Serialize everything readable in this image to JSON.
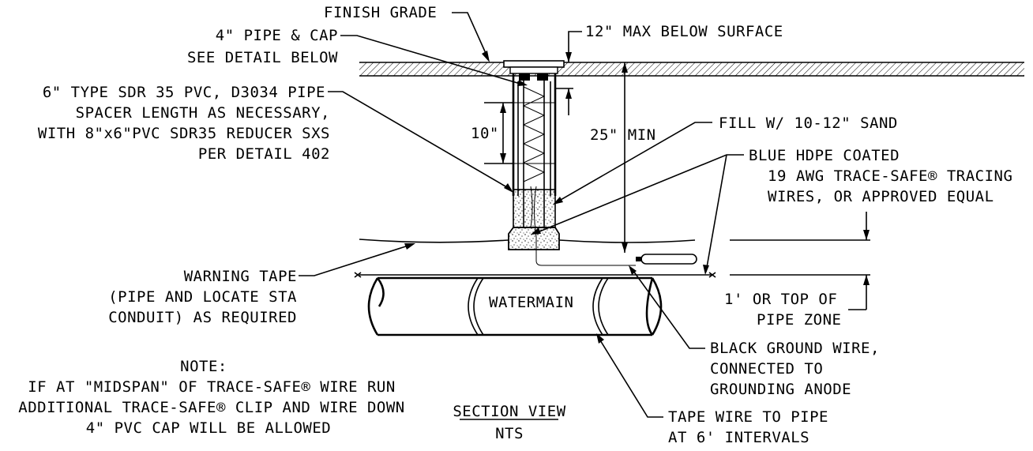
{
  "labels": {
    "finish_grade": "FINISH GRADE",
    "max_below_surface": "12\" MAX BELOW SURFACE",
    "pipe_cap_1": "4\" PIPE & CAP",
    "pipe_cap_2": "SEE DETAIL BELOW",
    "pvc_1": "6\" TYPE SDR 35 PVC, D3034 PIPE",
    "pvc_2": "SPACER LENGTH AS NECESSARY,",
    "pvc_3": "WITH 8\"x6\"PVC SDR35 REDUCER SXS",
    "pvc_4": "PER DETAIL 402",
    "dim_10": "10\"",
    "dim_25": "25\" MIN",
    "fill_sand": "FILL W/ 10-12\" SAND",
    "hdpe_1": "BLUE HDPE COATED",
    "hdpe_2": "19 AWG TRACE-SAFE® TRACING",
    "hdpe_3": "WIRES, OR APPROVED EQUAL",
    "warning_1": "WARNING TAPE",
    "warning_2": "(PIPE AND LOCATE STA",
    "warning_3": "CONDUIT) AS REQUIRED",
    "watermain": "WATERMAIN",
    "pipe_zone_1": "1' OR TOP OF",
    "pipe_zone_2": "PIPE ZONE",
    "note_title": "NOTE:",
    "note_1": "IF AT \"MIDSPAN\" OF TRACE-SAFE® WIRE RUN",
    "note_2": "ADDITIONAL TRACE-SAFE® CLIP AND WIRE DOWN",
    "note_3": "4\" PVC CAP WILL BE ALLOWED",
    "section_view": "SECTION VIEW",
    "nts": "NTS",
    "ground_1": "BLACK GROUND WIRE,",
    "ground_2": "CONNECTED TO",
    "ground_3": "GROUNDING ANODE",
    "tape_1": "TAPE WIRE TO PIPE",
    "tape_2": "AT 6' INTERVALS"
  }
}
